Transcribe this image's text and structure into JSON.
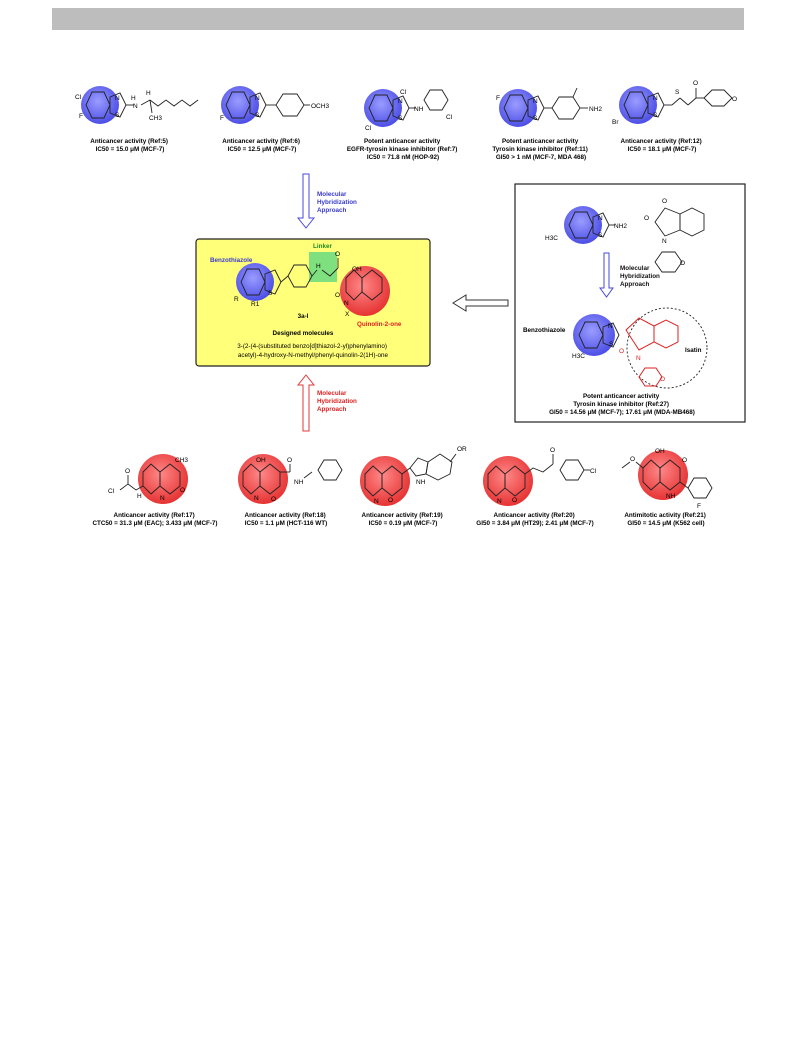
{
  "top_compounds": [
    {
      "caption_lines": [
        "Anticancer activity (Ref:5)",
        "IC50 = 15.0 μM (MCF-7)"
      ]
    },
    {
      "caption_lines": [
        "Anticancer activity (Ref:6)",
        "IC50 = 12.5 μM (MCF-7)"
      ]
    },
    {
      "caption_lines": [
        "Potent anticancer activity",
        "EGFR-tyrosin kinase inhibitor (Ref:7)",
        "IC50 = 71.8 nM (HOP-92)"
      ]
    },
    {
      "caption_lines": [
        "Potent anticancer activity",
        "Tyrosin kinase inhibitor (Ref:11)",
        "GI50 > 1 nM (MCF-7, MDA 468)"
      ]
    },
    {
      "caption_lines": [
        "Anticancer activity (Ref:12)",
        "IC50 = 18.1 μM (MCF-7)"
      ]
    }
  ],
  "bottom_compounds": [
    {
      "caption_lines": [
        "Anticancer activity (Ref:17)",
        "CTC50 = 31.3 μM (EAC); 3.433 μM (MCF-7)"
      ]
    },
    {
      "caption_lines": [
        "Anticancer activity (Ref:18)",
        "IC50 = 1.1 μM (HCT-116 WT)"
      ]
    },
    {
      "caption_lines": [
        "Anticancer activity (Ref:19)",
        "IC50 = 0.19 μM (MCF-7)"
      ]
    },
    {
      "caption_lines": [
        "Anticancer activity (Ref:20)",
        "GI50 = 3.84 μM (HT29); 2.41 μM (MCF-7)"
      ]
    },
    {
      "caption_lines": [
        "Antimitotic activity (Ref:21)",
        "GI50 = 14.5 μM (K562 cell)"
      ]
    }
  ],
  "arrows": {
    "top_label_lines": [
      "Molecular",
      "Hybridization",
      "Approach"
    ],
    "bottom_label_lines": [
      "Molecular",
      "Hybridization",
      "Approach"
    ],
    "right_label_lines": [
      "Molecular",
      "Hybridization",
      "Approach"
    ]
  },
  "center_box": {
    "benzothiazole_label": "Benzothiazole",
    "linker_label": "Linker",
    "quinolinone_label": "Quinolin-2-one",
    "compound_code": "3a-l",
    "designed_label": "Designed molecules",
    "name_lines": [
      "3-(2-(4-(substituted benzo[d]thiazol-2-yl)phenylamino)",
      "acetyl)-4-hydroxy-N-methyl/phenyl-quinolin-2(1H)-one"
    ],
    "atoms": {
      "oh": "OH",
      "nh": "H",
      "n": "N",
      "o": "O",
      "r": "R",
      "r1": "R1",
      "x": "X",
      "s": "S"
    }
  },
  "right_box": {
    "benzothiazole_label": "Benzothiazole",
    "isatin_label": "Isatin",
    "caption_lines": [
      "Potent anticancer activity",
      "Tyrosin kinase inhibitor (Ref:27)",
      "GI50 = 14.56 μM (MCF-7); 17.61 μM (MDA-MB468)"
    ],
    "atoms": {
      "ch3": "H3C",
      "nh2": "NH2",
      "o": "O",
      "n": "N",
      "s": "S"
    }
  },
  "atom_labels": {
    "cl": "Cl",
    "f": "F",
    "br": "Br",
    "n": "N",
    "s": "S",
    "h": "H",
    "nh": "NH",
    "o": "O",
    "oh": "OH",
    "och3": "OCH3",
    "ch3": "CH3",
    "nh2": "NH2",
    "or": "OR"
  },
  "colors": {
    "blue_ring": "#6a6af2",
    "red_ring": "#ee4a4a",
    "box_fill": "#ffff7a",
    "linker_fill": "#7fe07f",
    "arrow_blue": "#4a4ad8",
    "arrow_red": "#e03a3a",
    "label_blue": "#3a3acc",
    "label_red": "#dd2222",
    "label_green": "#1f8a1f"
  }
}
